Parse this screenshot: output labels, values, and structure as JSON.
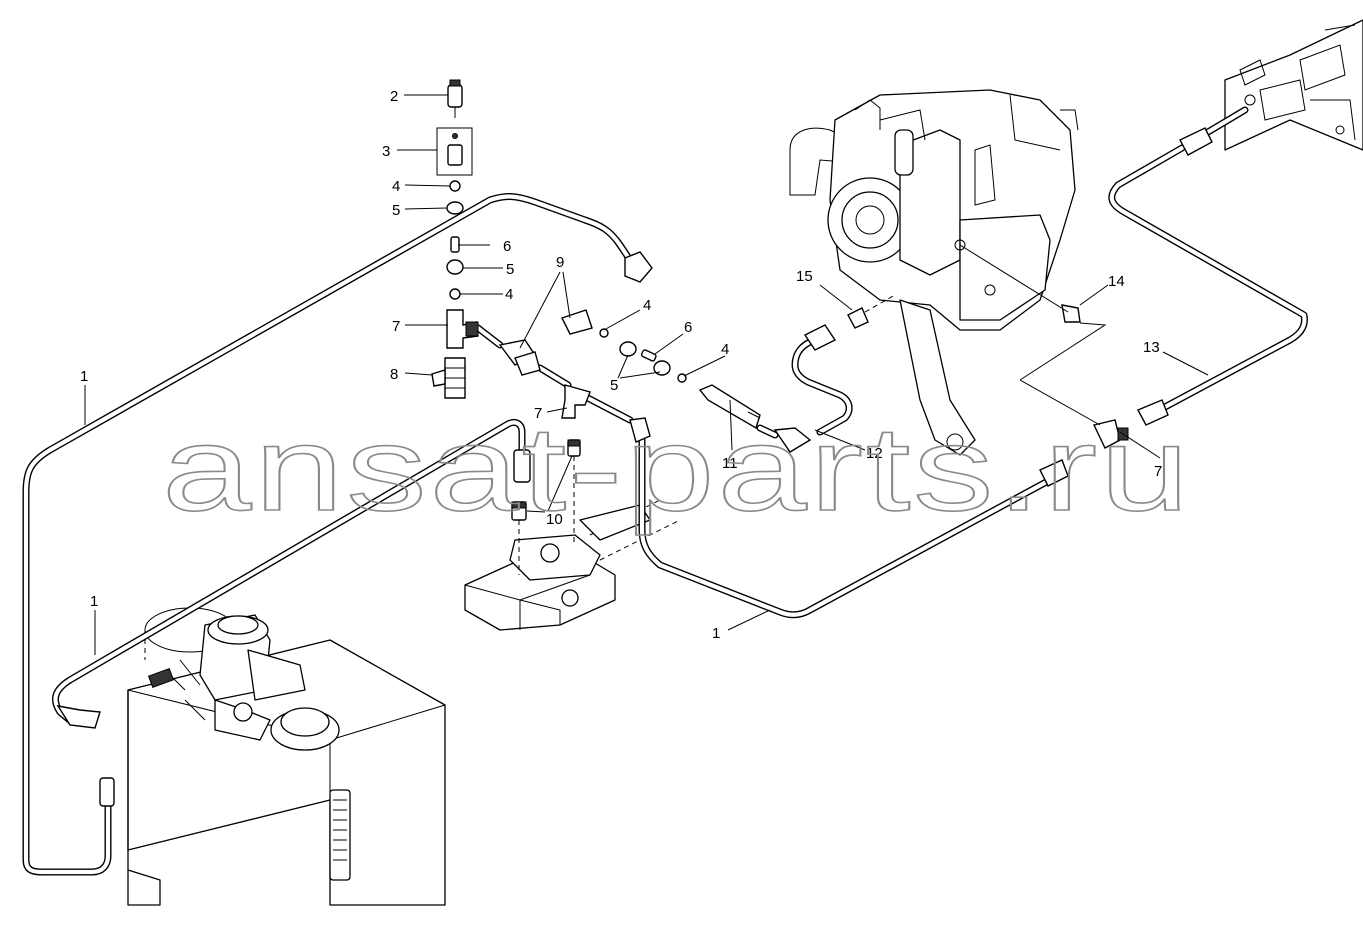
{
  "watermark": "ansat-parts.ru",
  "callouts": {
    "c1a": "1",
    "c1b": "1",
    "c1c": "1",
    "c2": "2",
    "c3": "3",
    "c4a": "4",
    "c4b": "4",
    "c4c": "4",
    "c4d": "4",
    "c5a": "5",
    "c5b": "5",
    "c5c": "5",
    "c6a": "6",
    "c6b": "6",
    "c7a": "7",
    "c7b": "7",
    "c7c": "7",
    "c8": "8",
    "c9": "9",
    "c10": "10",
    "c11": "11",
    "c12": "12",
    "c13": "13",
    "c14": "14",
    "c15": "15"
  }
}
